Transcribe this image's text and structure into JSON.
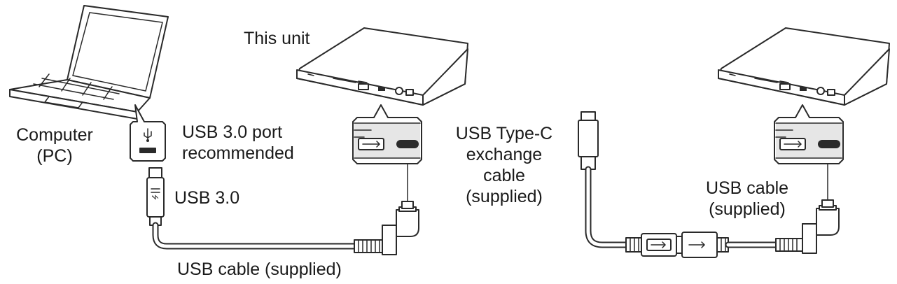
{
  "labels": {
    "this_unit": "This unit",
    "computer_line1": "Computer",
    "computer_line2": "(PC)",
    "usb_port_line1": "USB 3.0 port",
    "usb_port_line2": "recommended",
    "usb_30": "USB 3.0",
    "usb_cable_left": "USB cable (supplied)",
    "typec_line1": "USB Type-C",
    "typec_line2": "exchange",
    "typec_line3": "cable",
    "typec_line4": "(supplied)",
    "usb_cable_right_line1": "USB cable",
    "usb_cable_right_line2": "(supplied)"
  },
  "icons": {
    "laptop": "laptop-icon",
    "drive": "optical-drive-icon",
    "usb_symbol": "usb-trident-icon"
  },
  "colors": {
    "line": "#2a2a2a",
    "fill": "#ffffff",
    "panel": "#e6e6e6"
  }
}
